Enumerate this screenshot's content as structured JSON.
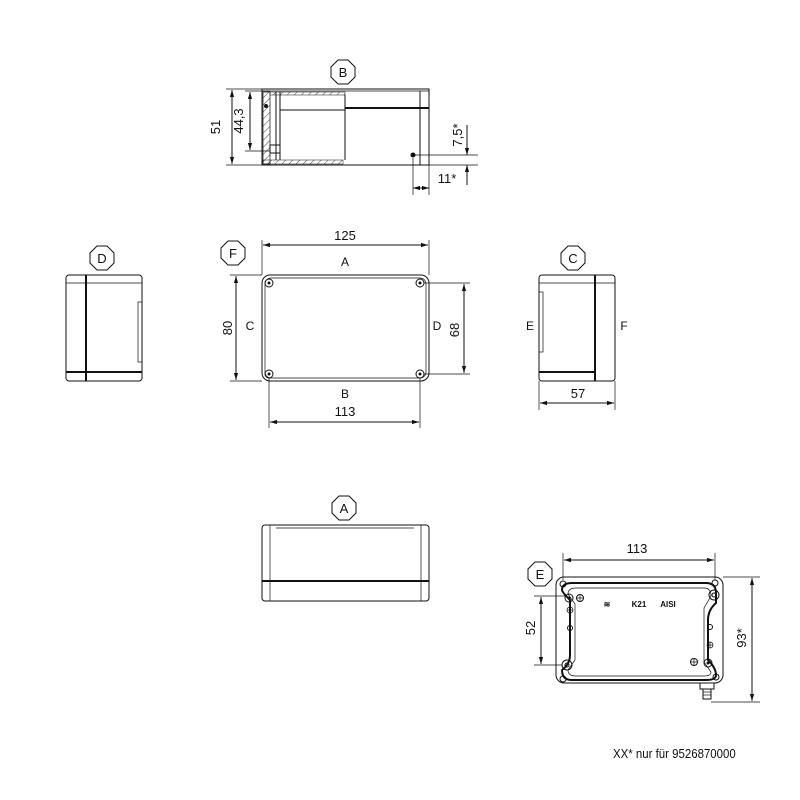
{
  "drawing": {
    "views": {
      "B": {
        "tag": "B",
        "dims": {
          "height_total": "51",
          "height_inner": "44,3",
          "offset_v": "7,5*",
          "offset_h": "11*"
        }
      },
      "F": {
        "tag": "F",
        "dims": {
          "width_total": "125",
          "height_total": "80",
          "hole_spacing_h": "113",
          "hole_spacing_v": "68"
        },
        "edge_labels": {
          "top": "A",
          "bottom": "B",
          "left": "C",
          "right": "D"
        }
      },
      "D": {
        "tag": "D"
      },
      "C": {
        "tag": "C",
        "dims": {
          "depth": "57"
        },
        "edge_labels": {
          "left": "E",
          "right": "F"
        }
      },
      "A": {
        "tag": "A"
      },
      "E": {
        "tag": "E",
        "dims": {
          "hole_spacing_h": "113",
          "hole_spacing_v": "52",
          "height_total": "93*"
        },
        "markings": {
          "symbol": "≋",
          "material": "K21",
          "standard": "AISI"
        }
      }
    },
    "footnote": "XX* nur für 9526870000"
  }
}
